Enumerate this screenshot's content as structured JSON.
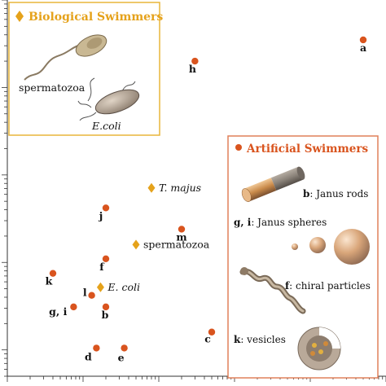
{
  "chart_data": {
    "type": "scatter",
    "title": "",
    "xlabel": "",
    "ylabel": "",
    "xscale": "log",
    "yscale": "log",
    "grid": false,
    "series": [
      {
        "name": "Biological Swimmers",
        "marker": "diamond",
        "color": "#e5a21b",
        "points": [
          {
            "label": "T. majus",
            "x": 8.0,
            "y": 71.0
          },
          {
            "label": "spermatozoa",
            "x": 5.0,
            "y": 16.0
          },
          {
            "label": "E. coli",
            "x": 1.7,
            "y": 5.2
          }
        ]
      },
      {
        "name": "Artificial Swimmers",
        "marker": "circle",
        "color": "#d9541e",
        "points": [
          {
            "label": "a",
            "x": 5000,
            "y": 3500.0
          },
          {
            "label": "h",
            "x": 30,
            "y": 2000.0
          },
          {
            "label": "m",
            "x": 20,
            "y": 24.0
          },
          {
            "label": "j",
            "x": 2.0,
            "y": 42.0
          },
          {
            "label": "f",
            "x": 2.0,
            "y": 11.0
          },
          {
            "label": "k",
            "x": 0.4,
            "y": 7.5
          },
          {
            "label": "l",
            "x": 1.3,
            "y": 4.2
          },
          {
            "label": "g, i",
            "x": 0.75,
            "y": 3.1
          },
          {
            "label": "b",
            "x": 2.0,
            "y": 3.1
          },
          {
            "label": "c",
            "x": 50,
            "y": 1.6
          },
          {
            "label": "d",
            "x": 1.5,
            "y": 1.05
          },
          {
            "label": "e",
            "x": 3.5,
            "y": 1.05
          }
        ]
      }
    ],
    "xlim": [
      0.1,
      10000
    ],
    "ylim": [
      0.5,
      10000
    ]
  },
  "legend": {
    "biological": {
      "title": "Biological Swimmers",
      "items": [
        "spermatozoa",
        "E.coli"
      ]
    },
    "artificial": {
      "title": "Artificial Swimmers",
      "items": [
        {
          "key": "b",
          "text": ": Janus rods"
        },
        {
          "key": "g, i",
          "text": ": Janus spheres"
        },
        {
          "key": "f",
          "text": ": chiral particles"
        },
        {
          "key": "k",
          "text": ": vesicles"
        }
      ]
    }
  },
  "colors": {
    "biological": "#e5a21b",
    "artificial": "#d9541e",
    "bio_box": "#e8b53a",
    "art_box": "#e0805a"
  },
  "icons": [
    "spermatozoa-illustration",
    "e-coli-illustration",
    "janus-rod-illustration",
    "janus-spheres-illustration",
    "chiral-particle-illustration",
    "vesicle-illustration"
  ]
}
